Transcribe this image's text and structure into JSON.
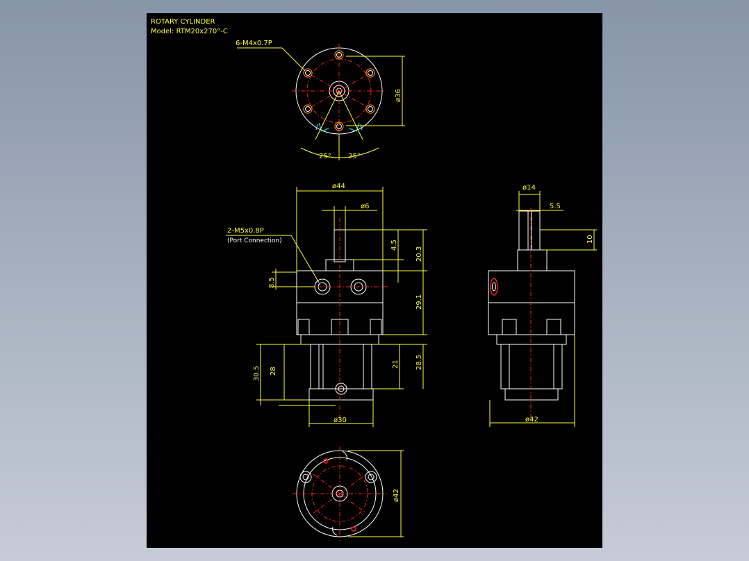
{
  "title": {
    "line1": "ROTARY CYLINDER",
    "line2": "Model: RTM20x270°-C"
  },
  "dims": {
    "top_holes": "6-M4x0.7P",
    "top_dia": "ø36",
    "angle_left": "25°",
    "angle_right": "25°",
    "front_width": "ø44",
    "shaft_dia": "ø6",
    "port_spec": "2-M5x0.8P",
    "port_note": "(Port Connection)",
    "h_4_5": "4.5",
    "h_20_3": "20.3",
    "h_29_1": "29.1",
    "h_8_5": "8.5",
    "h_21": "21",
    "h_28_5": "28.5",
    "h_28": "28",
    "h_30_5": "30.5",
    "base_dia": "ø30",
    "side_shaft_dia": "ø14",
    "side_key": "5.5",
    "side_key_len": "10",
    "side_width": "ø42",
    "bottom_dia": "ø42"
  },
  "colors": {
    "sheet": "#000000",
    "outline": "#ffffff",
    "dimension": "#ffff33",
    "centerline": "#ff2020",
    "hidden": "#33ffff",
    "holes": "#ff8800"
  }
}
